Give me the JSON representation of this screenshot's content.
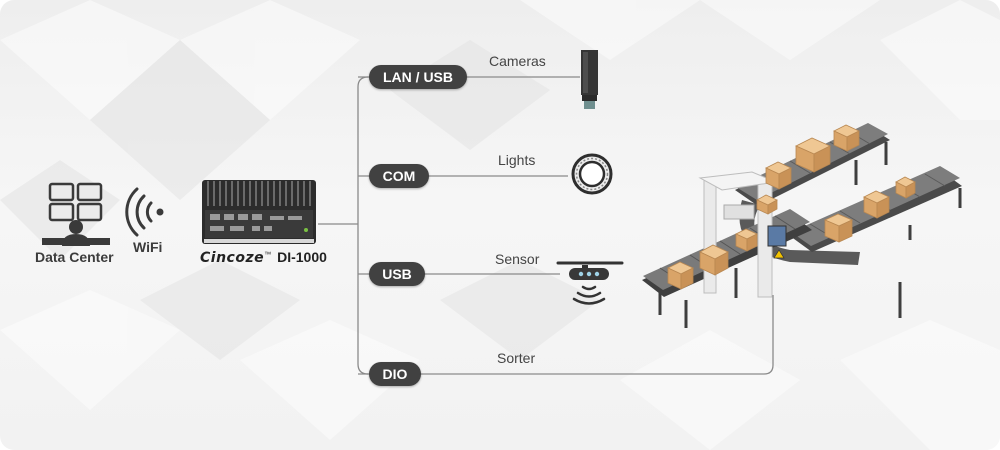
{
  "hub": {
    "brand": "Cincoze",
    "model": "DI-1000"
  },
  "left": {
    "data_center_label": "Data Center",
    "wifi_label": "WiFi"
  },
  "connections": [
    {
      "interface": "LAN / USB",
      "device": "Cameras",
      "device_icon": "camera-icon"
    },
    {
      "interface": "COM",
      "device": "Lights",
      "device_icon": "ring-light-icon"
    },
    {
      "interface": "USB",
      "device": "Sensor",
      "device_icon": "sensor-icon"
    },
    {
      "interface": "DIO",
      "device": "Sorter",
      "device_icon": "conveyor-sorter-icon"
    }
  ],
  "colors": {
    "pill_bg": "#414141",
    "line": "#8a8a8a",
    "box": "#dfb07a",
    "icon_dark": "#3a3a3a"
  }
}
